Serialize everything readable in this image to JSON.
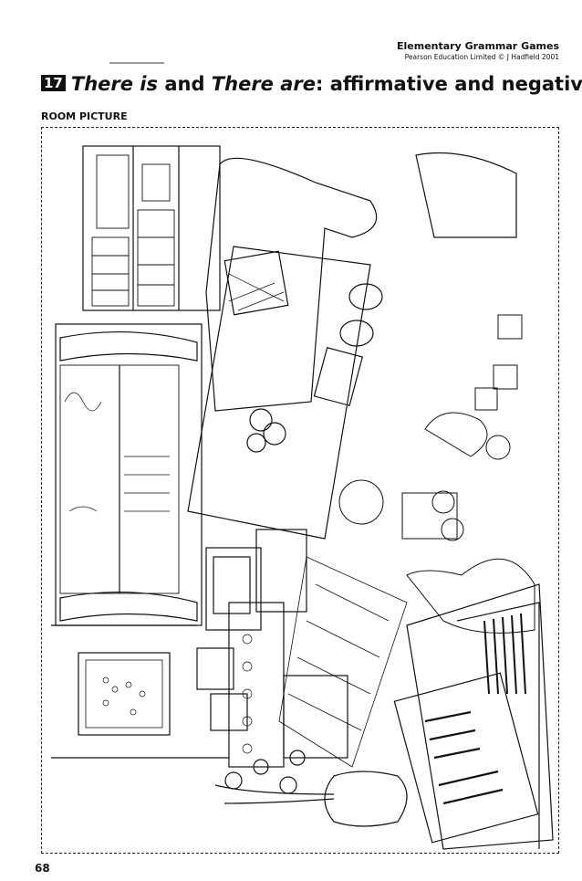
{
  "header": {
    "book_title": "Elementary Grammar Games",
    "publisher": "Pearson Education Limited  © J Hadfield 2001"
  },
  "activity": {
    "number": "17",
    "title_part1": "There is",
    "title_part2": " and ",
    "title_part3": "There are",
    "title_part4": ": affirmative and negative"
  },
  "section_label": "ROOM PICTURE",
  "page_number": "68"
}
